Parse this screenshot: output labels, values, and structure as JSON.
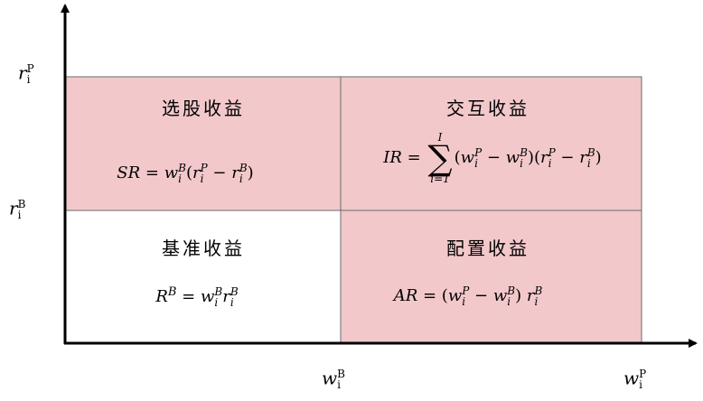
{
  "colors": {
    "fill": "#f2c8cb",
    "border": "#6b6b6b",
    "axis": "#000000",
    "white": "#ffffff"
  },
  "axes": {
    "y_top_label": "r",
    "y_top_sup": "P",
    "y_mid_label": "r",
    "y_mid_sup": "B",
    "y_sub": "i",
    "x_mid_label": "w",
    "x_mid_sup": "B",
    "x_right_label": "w",
    "x_right_sup": "P",
    "x_sub": "i"
  },
  "cells": {
    "selection": {
      "title": "选股收益"
    },
    "interaction": {
      "title": "交互收益"
    },
    "benchmark": {
      "title": "基准收益"
    },
    "allocation": {
      "title": "配置收益"
    }
  },
  "formulas": {
    "sr_lhs": "SR = ",
    "ir_lhs": "IR = ",
    "ir_upper": "I",
    "ir_lower": "i=1",
    "rb_lhs": "R",
    "ar_lhs": "AR = "
  }
}
